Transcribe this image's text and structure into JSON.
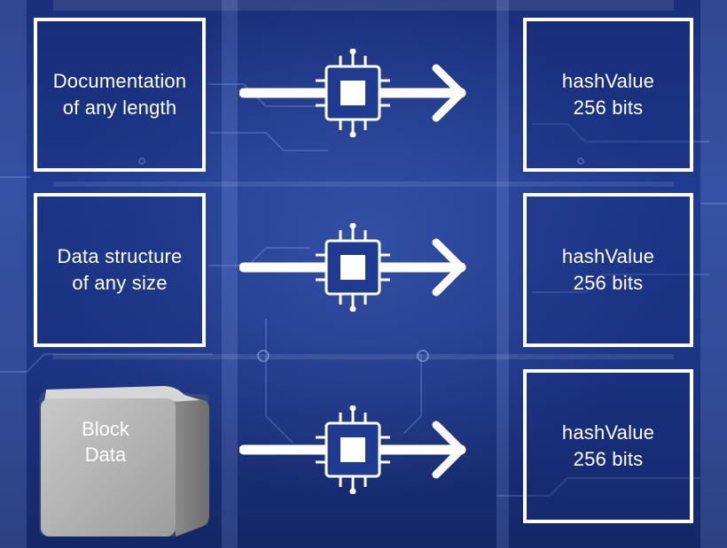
{
  "rows": [
    {
      "input_label": "Documentation\nof any length",
      "output_label": "hashValue\n256 bits"
    },
    {
      "input_label": "Data structure\nof any size",
      "output_label": "hashValue\n256 bits"
    },
    {
      "input_label": "Block\nData",
      "output_label": "hashValue\n256 bits"
    }
  ],
  "colors": {
    "background": "#1f3b8f",
    "stroke": "#ffffff",
    "cube_face": "#b8b8b8"
  },
  "icons": [
    "chip-icon",
    "arrow-right-icon",
    "cube-icon"
  ]
}
